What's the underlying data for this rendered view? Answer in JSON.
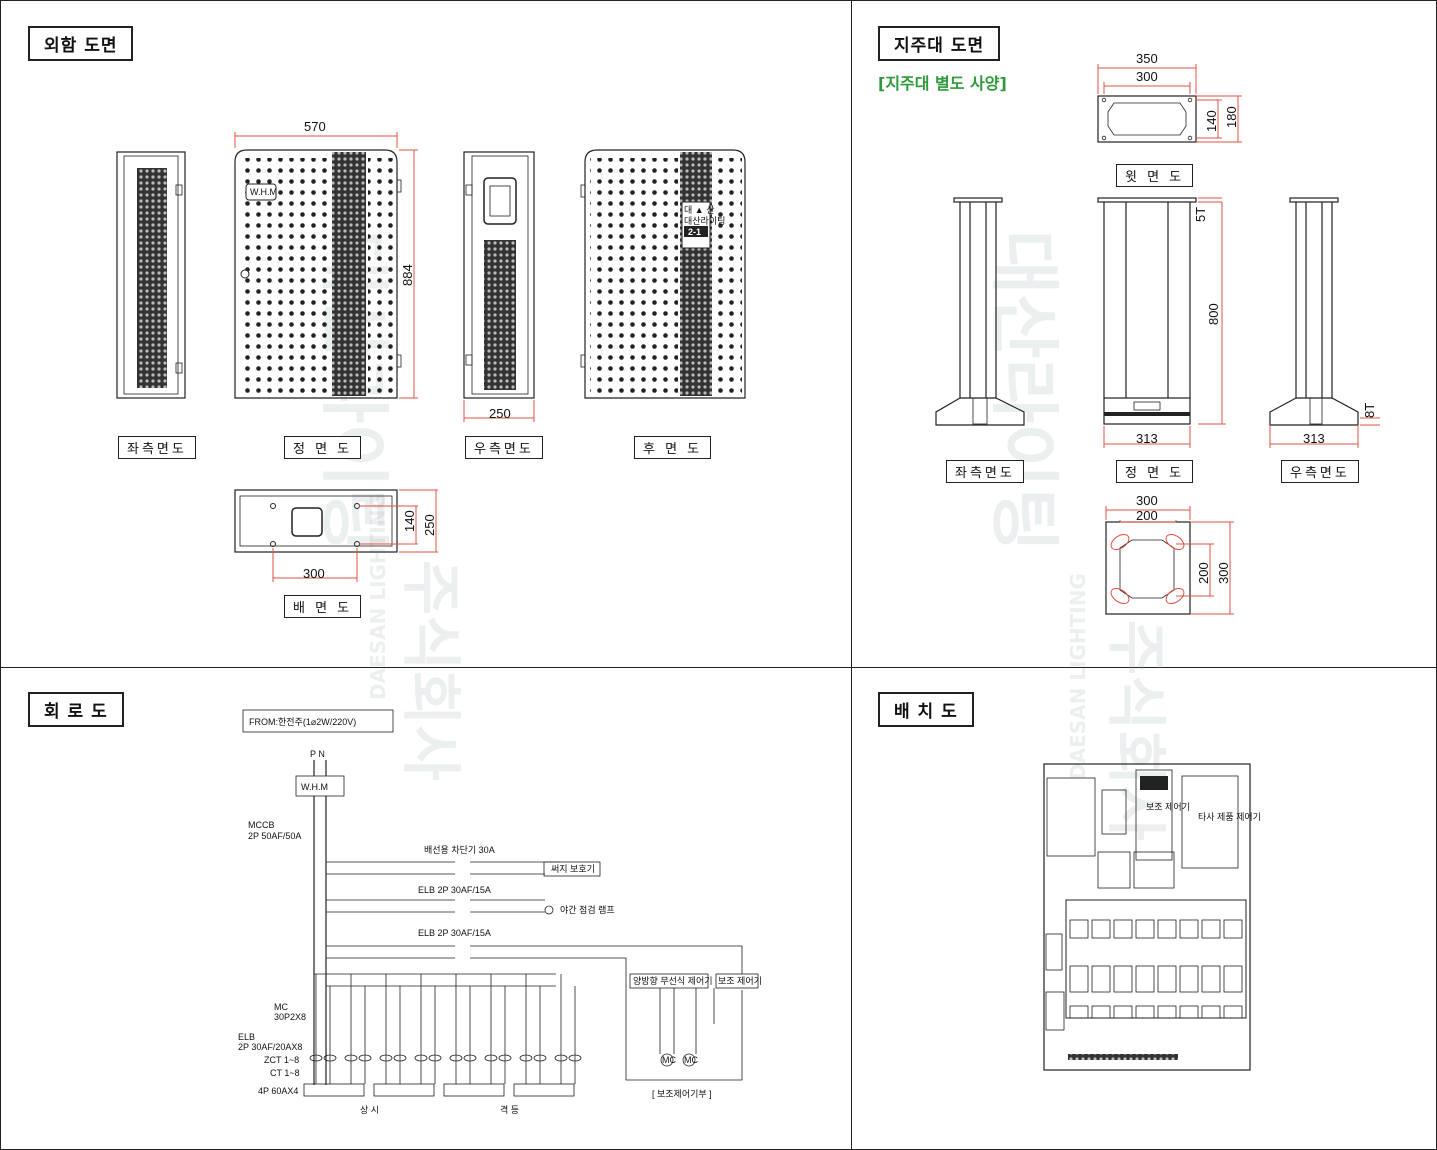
{
  "panels": {
    "exterior": {
      "title": "외함 도면",
      "views": {
        "left": "좌측면도",
        "front": "정 면 도",
        "right": "우측면도",
        "rear": "후 면 도",
        "back": "배 면 도"
      },
      "dims": {
        "width": "570",
        "height": "884",
        "depth": "250",
        "back_w": "300",
        "back_h1": "140",
        "back_h2": "250"
      },
      "whm_tag": "W.H.M",
      "plate": {
        "line1": "대 ▲ 산",
        "line2": "대산라이팅",
        "line3": "2-1"
      }
    },
    "stand": {
      "title": "지주대 도면",
      "note": "[지주대 별도 사양]",
      "views": {
        "top": "윗 면 도",
        "left": "좌측면도",
        "front": "정 면 도",
        "right": "우측면도"
      },
      "dims": {
        "top_w1": "350",
        "top_w2": "300",
        "top_h1": "140",
        "top_h2": "180",
        "plate": "5T",
        "height": "800",
        "base_front": "313",
        "base_right": "313",
        "base_t": "8T",
        "bot_w1": "300",
        "bot_w2": "200",
        "bot_h1": "200",
        "bot_h2": "300"
      }
    },
    "circuit": {
      "title": "회 로 도",
      "source": "FROM:한전주(1⌀2W/220V)",
      "pn": "P N",
      "whm": "W.H.M",
      "mccb": [
        "MCCB",
        "2P 50AF/50A"
      ],
      "breaker1": "배선용 차단기 30A",
      "surge": "써지 보호기",
      "elb1": "ELB 2P 30AF/15A",
      "lamp": "야간 점검 램프",
      "elb2": "ELB 2P 30AF/15A",
      "wireless": "양방향 무선식 제어기",
      "aux": "보조 제어기",
      "mc": [
        "MC",
        "30P2X8"
      ],
      "elb": [
        "ELB",
        "2P 30AF/20AX8"
      ],
      "zct": "ZCT 1~8",
      "ct": "CT 1~8",
      "term": "4P 60AX4",
      "always": "상 시",
      "alternate": "격 등",
      "aux_part": "[ 보조제어기부 ]",
      "mc_labels": [
        "MC",
        "MC"
      ]
    },
    "layout": {
      "title": "배 치 도",
      "aux_ctrl": "보조\n제어기",
      "other": "타사 제품\n제어기"
    }
  },
  "watermark": {
    "text1": "주식회사",
    "text2": "대산라이팅",
    "text3": "DAESAN LIGHTING"
  },
  "colors": {
    "dimension": "#e05040",
    "note": "#2e9a3a",
    "line": "#222222"
  }
}
